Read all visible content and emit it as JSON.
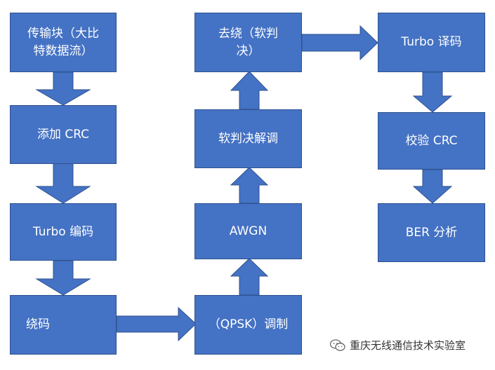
{
  "colors": {
    "box_fill": "#4472c4",
    "box_border": "#2f528f",
    "arrow_fill": "#4472c4"
  },
  "boxes": {
    "transport_block": "传输块（大比\n特数据流）",
    "add_crc": "添加 CRC",
    "turbo_encode": "Turbo 编码",
    "interleave": "绕码",
    "qpsk_modulate": "（QPSK）调制",
    "awgn": "AWGN",
    "soft_demod": "软判决解调",
    "deinterleave": "去绕（软判\n决）",
    "turbo_decode": "Turbo 译码",
    "check_crc": "校验 CRC",
    "ber_analysis": "BER 分析"
  },
  "watermark": {
    "text": "重庆无线通信技术实验室",
    "icon": "wechat-icon"
  }
}
